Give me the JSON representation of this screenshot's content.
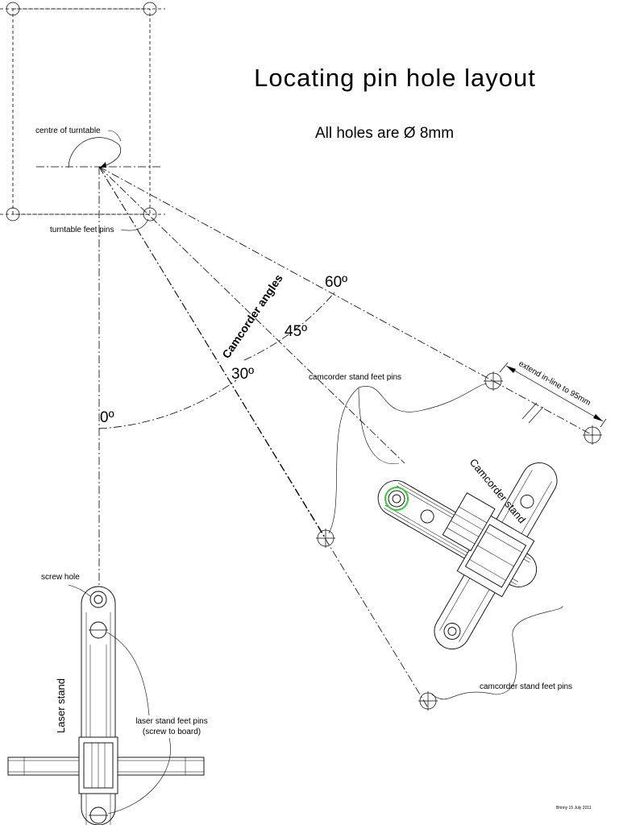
{
  "title": "Locating pin hole layout",
  "subtitle": "All holes are Ø 8mm",
  "labels": {
    "centre_of_turntable": "centre of turntable",
    "turntable_feet_pins": "turntable feet pins",
    "camcorder_angles": "Camcorder angles",
    "angle_0": "0º",
    "angle_30": "30º",
    "angle_45": "45º",
    "angle_60": "60º",
    "camcorder_stand_feet_pins_top": "camcorder stand feet pins",
    "camcorder_stand_feet_pins_bottom": "camcorder stand feet pins",
    "extend_in_line": "extend in-line to 95mm",
    "camcorder_stand": "Camcorder stand",
    "screw_hole": "screw hole",
    "laser_stand": "Laser stand",
    "laser_stand_feet_pins_line1": "laser stand feet pins",
    "laser_stand_feet_pins_line2": "(screw to board)",
    "signature": "Brinny 15 July 2011"
  },
  "colors": {
    "line": "#000000",
    "highlight_green": "#33cc33"
  }
}
